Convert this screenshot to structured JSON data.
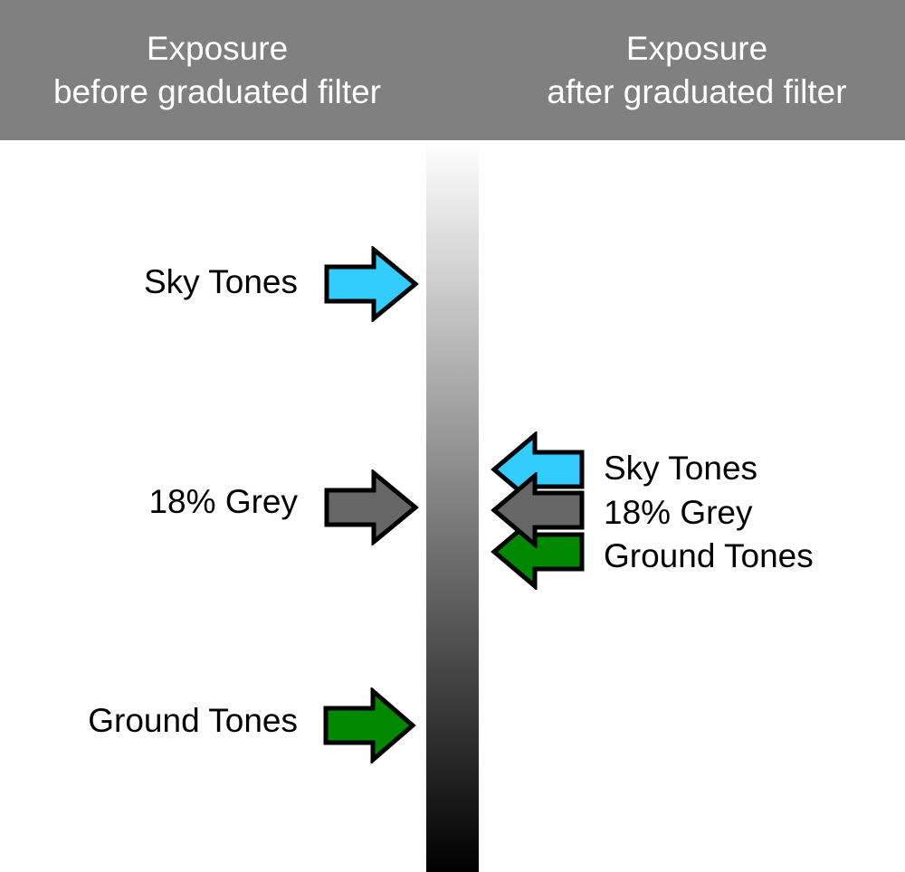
{
  "header": {
    "left": {
      "line1": "Exposure",
      "line2": "before graduated filter"
    },
    "right": {
      "line1": "Exposure",
      "line2": "after graduated filter"
    }
  },
  "before": {
    "sky": {
      "label": "Sky Tones",
      "color": "#33ccff"
    },
    "grey": {
      "label": "18% Grey",
      "color": "#666666"
    },
    "ground": {
      "label": "Ground Tones",
      "color": "#008800"
    }
  },
  "after": {
    "sky": {
      "label": "Sky Tones",
      "color": "#33ccff"
    },
    "grey": {
      "label": "18% Grey",
      "color": "#666666"
    },
    "ground": {
      "label": "Ground Tones",
      "color": "#008800"
    }
  },
  "colors": {
    "header_bg": "#808080",
    "header_text": "#ffffff",
    "gradient_top": "#ffffff",
    "gradient_bottom": "#000000"
  }
}
